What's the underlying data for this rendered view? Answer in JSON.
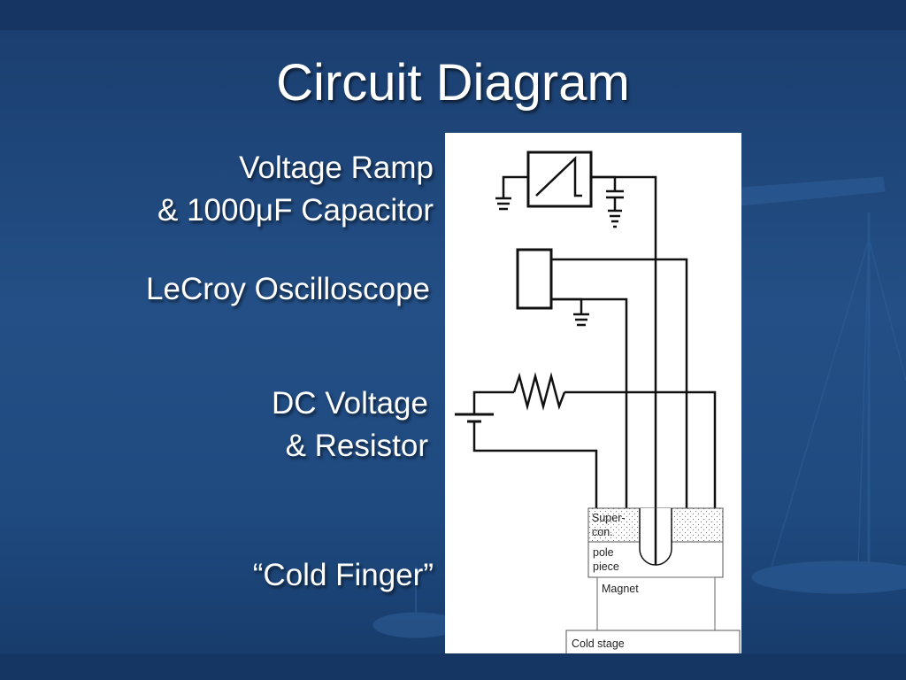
{
  "slide": {
    "title": "Circuit Diagram"
  },
  "labels": {
    "voltage_ramp_line1": "Voltage Ramp",
    "voltage_ramp_line2": "& 1000μF Capacitor",
    "oscilloscope": "LeCroy Oscilloscope",
    "dc_voltage_line1": "DC Voltage",
    "dc_voltage_line2": "& Resistor",
    "cold_finger": "“Cold Finger”"
  },
  "diagram": {
    "superconductor_line1": "Super-",
    "superconductor_line2": "con.",
    "pole_piece_line1": "pole",
    "pole_piece_line2": "piece",
    "magnet": "Magnet",
    "cold_stage": "Cold stage"
  },
  "colors": {
    "background": "#234f86",
    "text": "#ffffff",
    "panel": "#ffffff",
    "wire": "#111111"
  }
}
